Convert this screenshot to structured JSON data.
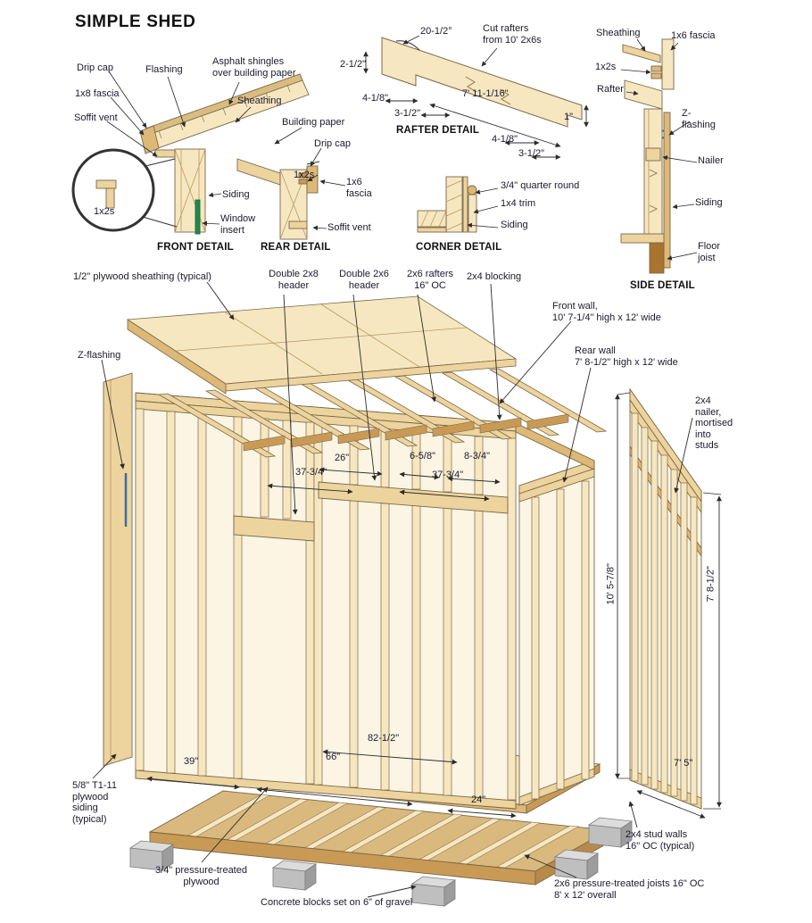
{
  "title": "SIMPLE SHED",
  "front_detail": {
    "caption": "FRONT DETAIL",
    "drip_cap": "Drip cap",
    "flashing": "Flashing",
    "asphalt_shingles": "Asphalt shingles\nover building paper",
    "fascia_1x8": "1x8 fascia",
    "sheathing": "Sheathing",
    "building_paper": "Building paper",
    "soffit_vent": "Soffit vent",
    "one_by_twos": "1x2s",
    "siding": "Siding",
    "window_insert": "Window\ninsert"
  },
  "rear_detail": {
    "caption": "REAR DETAIL",
    "drip_cap": "Drip cap",
    "one_by_twos": "1x2s",
    "fascia_1x6": "1x6\nfascia",
    "soffit_vent": "Soffit vent"
  },
  "rafter_detail": {
    "caption": "RAFTER DETAIL",
    "angle": "20-1/2°",
    "cut_note": "Cut rafters\nfrom 10' 2x6s",
    "dim_2_half": "2-1/2\"",
    "dim_4_eighth_top": "4-1/8\"",
    "dim_3_half_top": "3-1/2\"",
    "dim_length": "7' 11-1/16\"",
    "dim_1_inch": "1\"",
    "dim_4_eighth_bottom": "4-1/8\"",
    "dim_3_half_bottom": "3-1/2\""
  },
  "corner_detail": {
    "caption": "CORNER DETAIL",
    "quarter_round": "3/4\" quarter round",
    "trim_1x4": "1x4 trim",
    "siding": "Siding"
  },
  "side_detail": {
    "caption": "SIDE DETAIL",
    "sheathing": "Sheathing",
    "fascia_1x6": "1x6 fascia",
    "one_by_twos": "1x2s",
    "rafter": "Rafter",
    "z_flashing": "Z-\nflashing",
    "nailer": "Nailer",
    "siding": "Siding",
    "floor_joist": "Floor\njoist"
  },
  "main": {
    "plywood_sheathing": "1/2\" plywood sheathing (typical)",
    "header_2x8": "Double 2x8\nheader",
    "header_2x6": "Double 2x6\nheader",
    "rafters": "2x6 rafters\n16\" OC",
    "blocking": "2x4 blocking",
    "front_wall": "Front wall,\n10' 7-1/4\" high x 12' wide",
    "rear_wall": "Rear wall\n7' 8-1/2\" high x 12' wide",
    "z_flashing": "Z-flashing",
    "nailer": "2x4\nnailer,\nmortised\ninto\nstuds",
    "dim_26": "26\"",
    "dim_6_58": "6-5/8\"",
    "dim_8_34": "8-3/4\"",
    "dim_37_34_left": "37-3/4\"",
    "dim_37_34_right": "37-3/4\"",
    "dim_front_height": "10' 5-7/8\"",
    "dim_rear_height": "7' 8-1/2\"",
    "dim_82_12": "82-1/2\"",
    "dim_39": "39\"",
    "dim_66": "66\"",
    "dim_24": "24\"",
    "dim_7_5": "7' 5\"",
    "siding_t111": "5/8\" T1-11\nplywood\nsiding\n(typical)",
    "pt_plywood": "3/4\" pressure-treated\nplywood",
    "concrete_blocks": "Concrete blocks set on 6\" of gravel",
    "stud_walls": "2x4 stud walls\n16\" OC (typical)",
    "pt_joists": "2x6 pressure-treated joists 16\" OC\n8' x 12' overall"
  },
  "colors": {
    "wood_light": "#F6E7C1",
    "wood_mid": "#EDD49E",
    "wood_dark": "#DDB877",
    "wood_deep": "#C99A55",
    "joist_brown": "#A9742F",
    "concrete_gray": "#C9C9C9",
    "flashing_blue": "#3A6EA5",
    "window_green": "#1F8A4C",
    "line_dark": "#2B2B2B"
  }
}
